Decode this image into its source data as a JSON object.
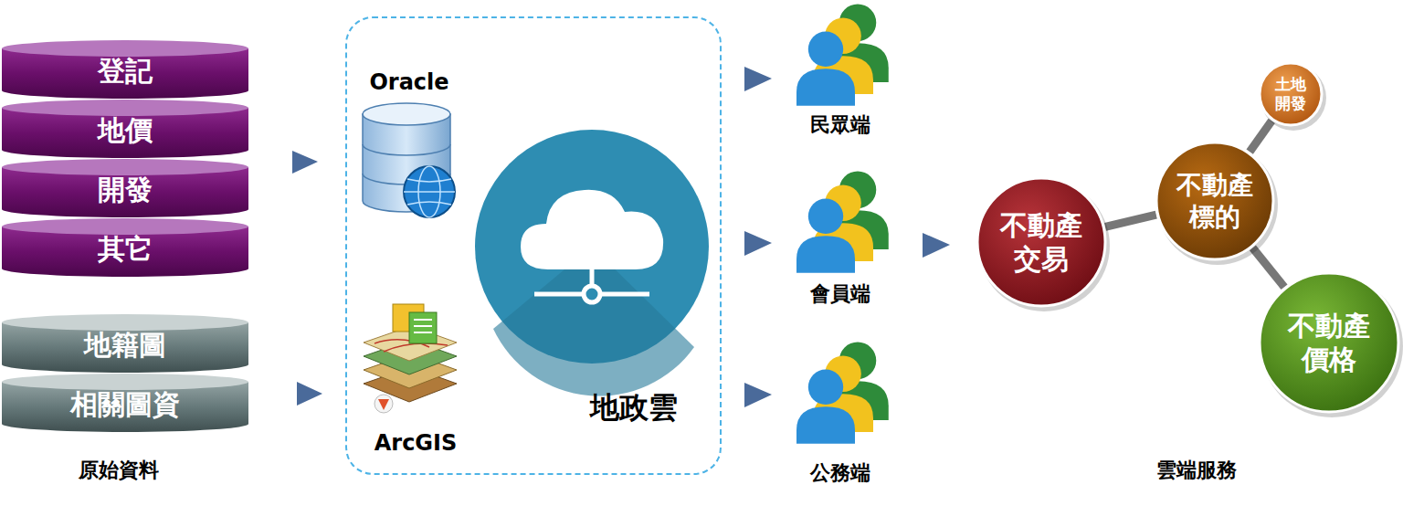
{
  "diagram": {
    "nodes": [
      {
        "text": [
          "登記"
        ]
      },
      {
        "text": [
          "地價"
        ]
      },
      {
        "text": [
          "開發"
        ]
      },
      {
        "text": [
          "其它"
        ]
      },
      {
        "text": [
          "地籍圖"
        ]
      },
      {
        "text": [
          "相關圖資"
        ]
      },
      {
        "text": [
          "地政雲"
        ]
      },
      {
        "text": [
          "不動產 交易"
        ]
      },
      {
        "text": [
          "不動產 標的"
        ]
      },
      {
        "text": [
          "土地 開發"
        ]
      },
      {
        "text": [
          "不動產 價格"
        ]
      }
    ],
    "edges": [
      {
        "from": 7,
        "to": 8,
        "arrow": "none"
      },
      {
        "from": 8,
        "to": 9,
        "arrow": "none"
      },
      {
        "from": 8,
        "to": 10,
        "arrow": "none"
      }
    ],
    "labels": [
      "原始資料",
      "Oracle",
      "ArcGIS",
      "民眾端",
      "會員端",
      "公務端",
      "雲端服務"
    ]
  }
}
